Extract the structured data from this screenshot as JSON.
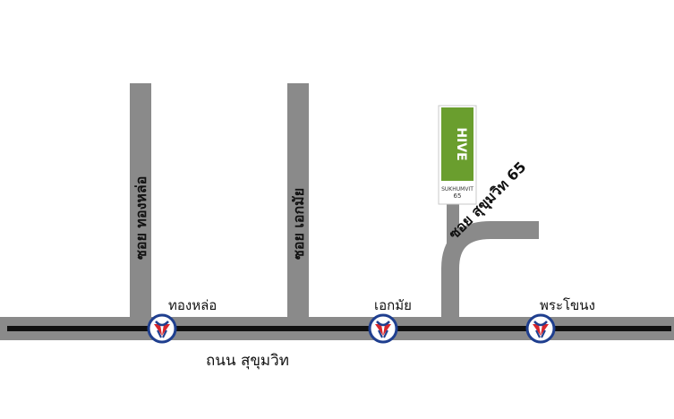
{
  "map": {
    "main_road_label": "ถนน สุขุมวิท",
    "side_roads": [
      {
        "label": "ซอย ทองหล่อ"
      },
      {
        "label": "ซอย เอกมัย"
      },
      {
        "label": "ซอย สุขุมวิท 65"
      }
    ],
    "stations": [
      {
        "label": "ทองหล่อ"
      },
      {
        "label": "เอกมัย"
      },
      {
        "label": "พระโขนง"
      }
    ],
    "destination": {
      "brand": "HIVE",
      "sign_line1": "SUKHUMVIT",
      "sign_line2": "65"
    },
    "colors": {
      "road": "#8a8a8a",
      "main_road_line": "#111111",
      "bts_red": "#d7262c",
      "bts_blue": "#1f3f8f",
      "brand_green": "#6a9e2e"
    }
  }
}
